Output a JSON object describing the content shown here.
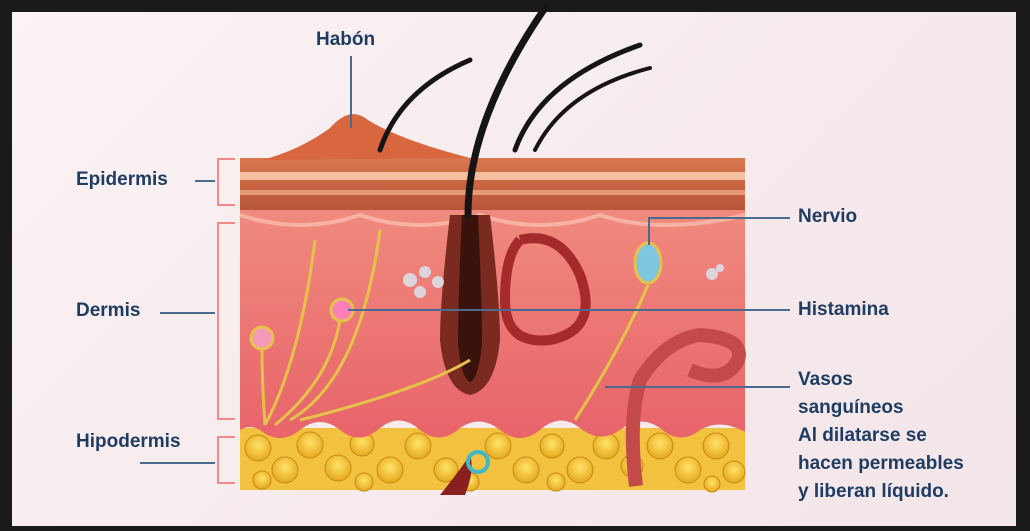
{
  "labels": {
    "habon": "Habón",
    "epidermis": "Epidermis",
    "dermis": "Dermis",
    "hipodermis": "Hipodermis",
    "nervio": "Nervio",
    "histamina": "Histamina",
    "vasos_line1": "Vasos",
    "vasos_line2": "sanguíneos",
    "note_line1": "Al dilatarse se",
    "note_line2": "hacen permeables",
    "note_line3": "y liberan líquido."
  },
  "colors": {
    "label_text": "#1f3d63",
    "leader_line": "#4a6a90",
    "bracket": "#f08a8a",
    "note_text": "#1f3d63",
    "background": "#f6eaec",
    "frame": "#1a1a1a"
  }
}
